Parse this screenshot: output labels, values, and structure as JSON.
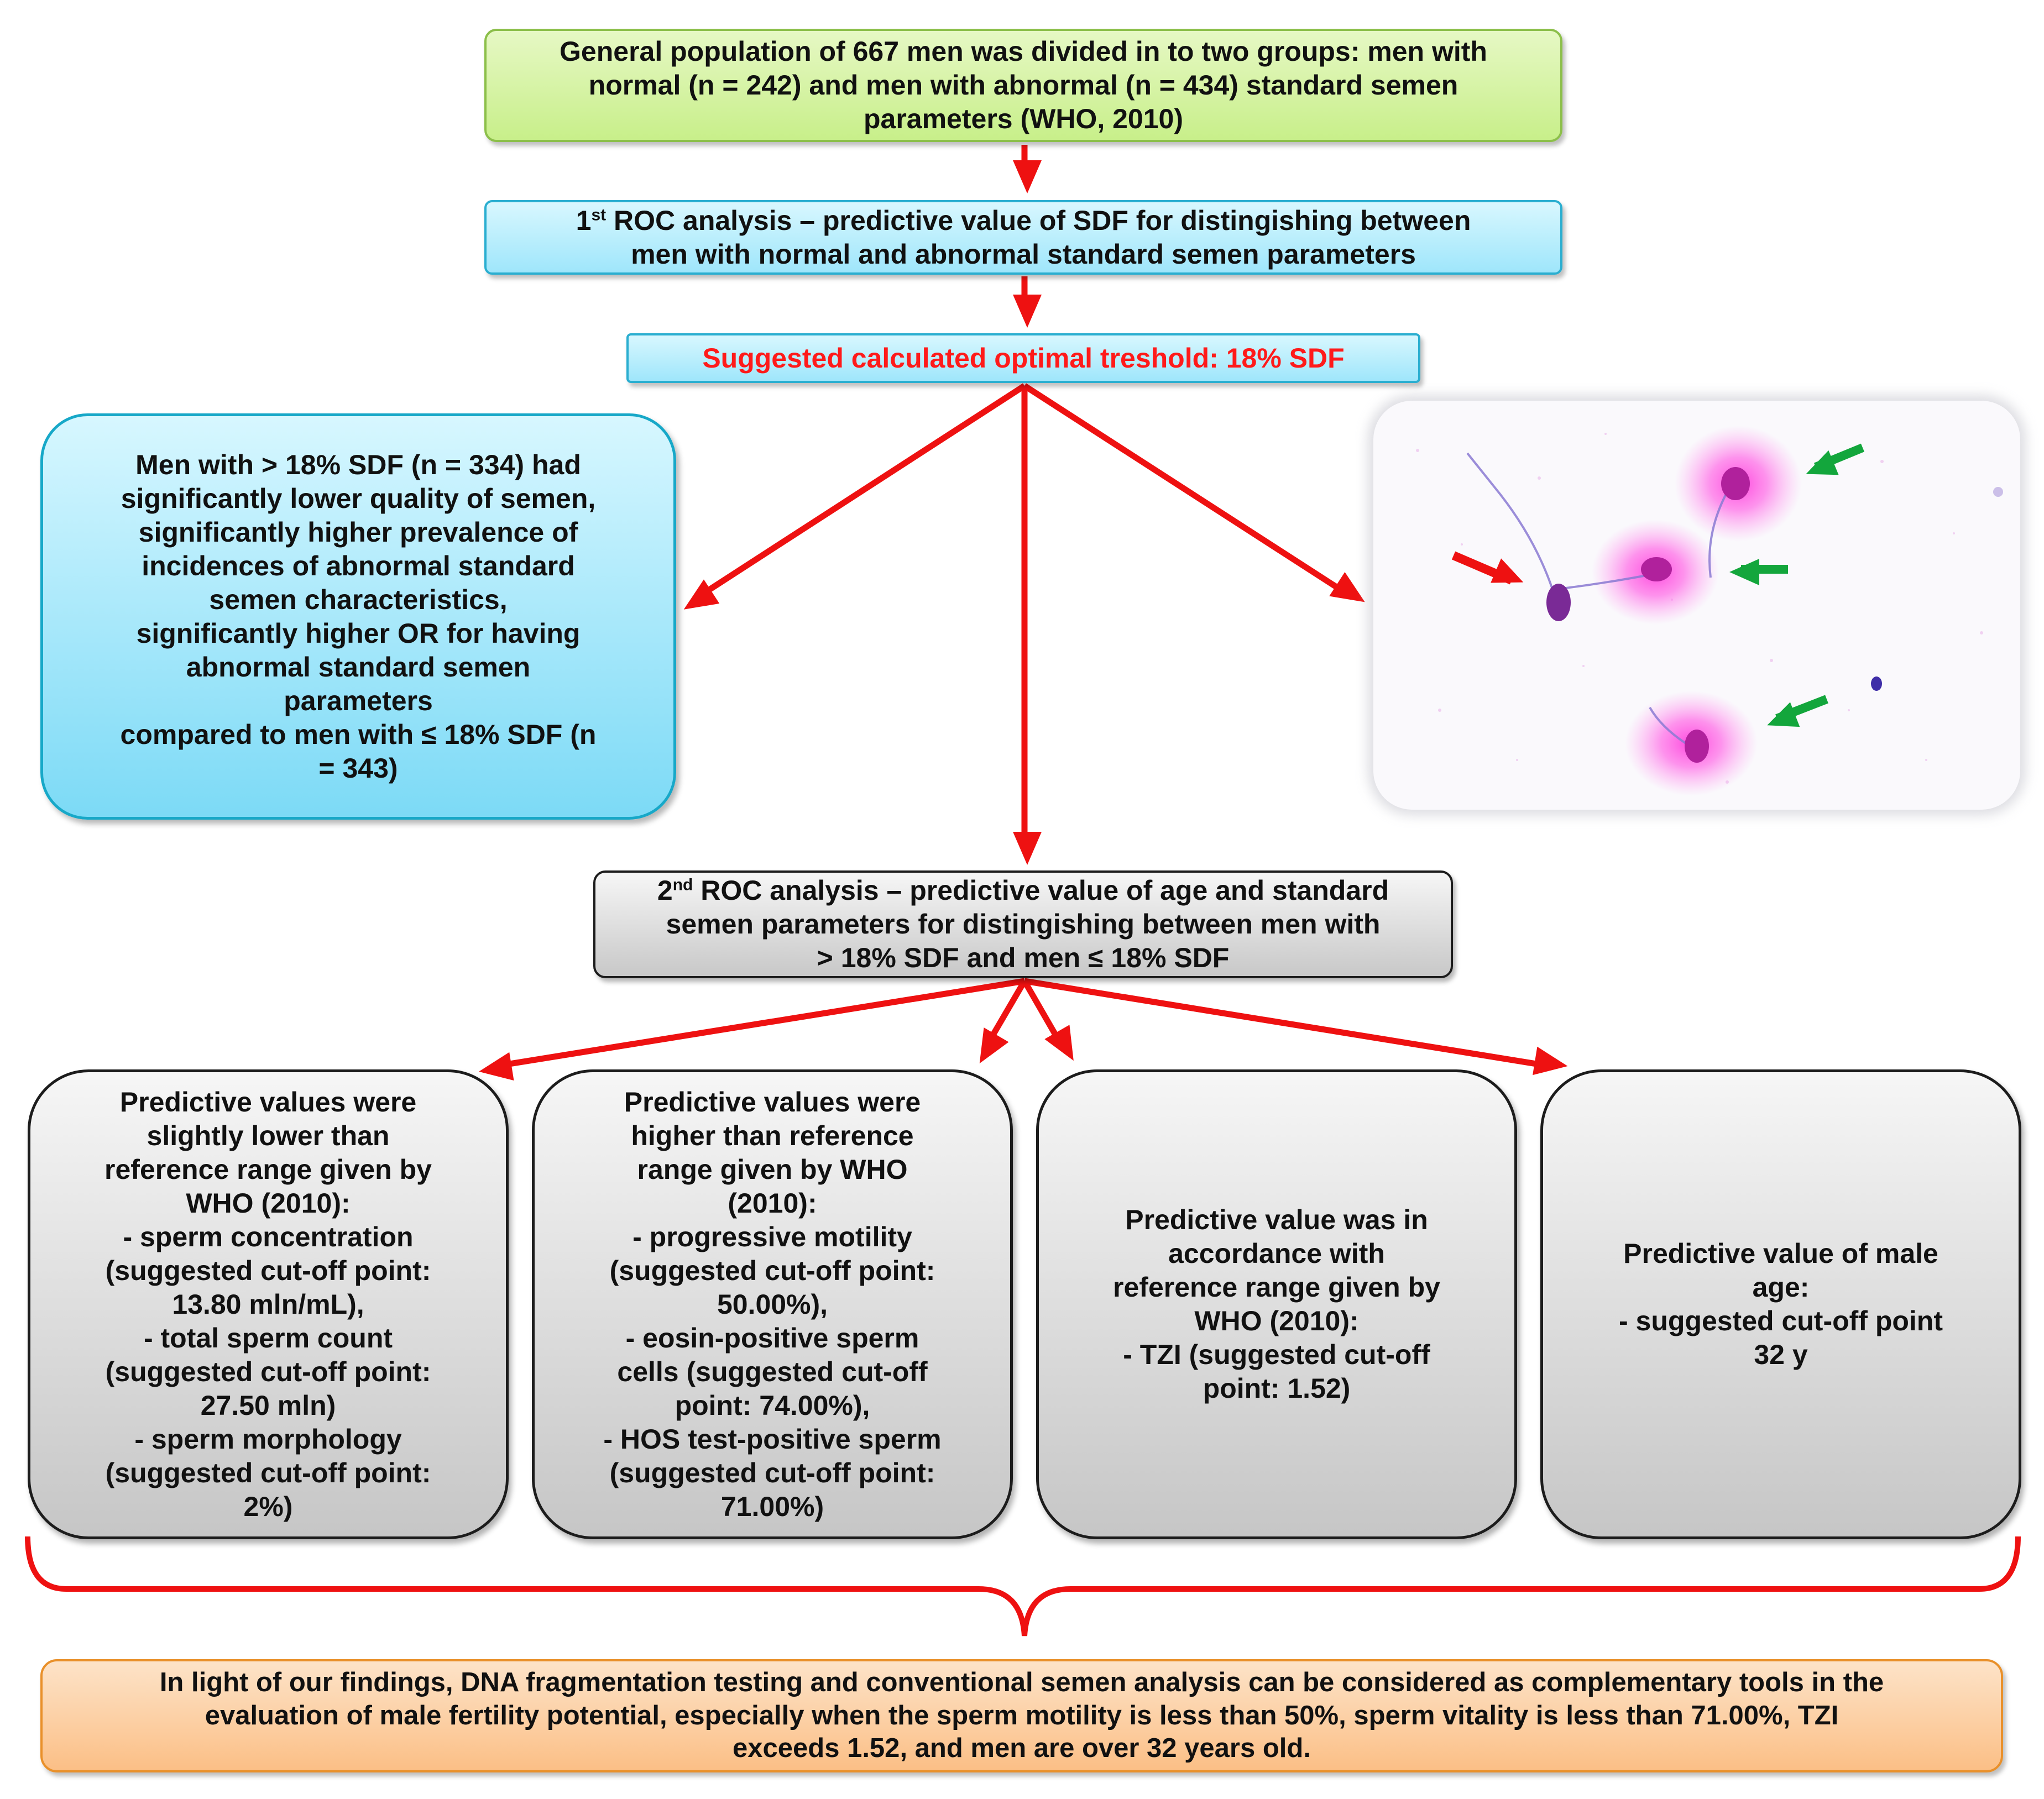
{
  "nodes": {
    "population": {
      "lines": [
        "General population of 667 men was divided in to two groups: men with",
        "normal (n = 242) and men with abnormal (n = 434) standard semen",
        "parameters (WHO, 2010)"
      ]
    },
    "roc1": {
      "ordinal": "1",
      "ordinal_suffix": "st",
      "line1_rest": " ROC analysis – predictive value of SDF for distingishing between",
      "line2": "men with normal and abnormal standard semen parameters"
    },
    "threshold": {
      "text": "Suggested calculated optimal treshold: 18% SDF"
    },
    "high_sdf": {
      "lines": [
        "Men with > 18% SDF (n = 334) had",
        "significantly lower quality of semen,",
        "significantly higher prevalence of",
        "incidences of abnormal standard",
        "semen characteristics,",
        "significantly higher OR for having",
        "abnormal standard semen",
        "parameters",
        "compared to men with ≤ 18% SDF (n",
        "= 343)"
      ]
    },
    "roc2": {
      "ordinal": "2",
      "ordinal_suffix": "nd",
      "line1_rest": " ROC analysis – predictive value of age and standard",
      "line2": "semen parameters for distingishing between men with",
      "line3": "> 18% SDF and men ≤ 18% SDF"
    },
    "result_lower": {
      "lines": [
        "Predictive values were",
        "slightly lower than",
        "reference range given by",
        "WHO (2010):",
        "- sperm concentration",
        "(suggested cut-off point:",
        "13.80 mln/mL),",
        "- total sperm count",
        "(suggested cut-off point:",
        "27.50 mln)",
        "- sperm morphology",
        "(suggested cut-off point:",
        "2%)"
      ]
    },
    "result_higher": {
      "lines": [
        "Predictive values were",
        "higher than reference",
        "range given by WHO",
        "(2010):",
        "- progressive motility",
        "(suggested cut-off point:",
        "50.00%),",
        "- eosin-positive sperm",
        "cells (suggested cut-off",
        "point: 74.00%),",
        "- HOS test-positive sperm",
        "(suggested cut-off point:",
        "71.00%)"
      ]
    },
    "result_accordance": {
      "lines": [
        "Predictive value was in",
        "accordance with",
        "reference range given by",
        "WHO (2010):",
        "- TZI (suggested cut-off",
        "point: 1.52)"
      ]
    },
    "result_age": {
      "lines": [
        "Predictive value of male",
        "age:",
        "- suggested cut-off point",
        "32 y"
      ]
    },
    "conclusion": {
      "lines": [
        "In light of our findings, DNA fragmentation testing and conventional semen analysis can be considered as complementary tools in the",
        "evaluation of male fertility potential, especially when the sperm motility is less than 50%, sperm vitality is less than 71.00%, TZI",
        "exceeds 1.52, and men are over 32 years old."
      ]
    }
  },
  "colors": {
    "arrow": "#ee1111",
    "green_arrow": "#13a63c",
    "threshold_text": "#ff1a1a",
    "stain_halo": "#ff4fe0",
    "sperm_head": "#8a2d9a"
  },
  "icons": {
    "micrograph": "sperm-micrograph-illustration",
    "brace": "curly-brace-connector"
  }
}
